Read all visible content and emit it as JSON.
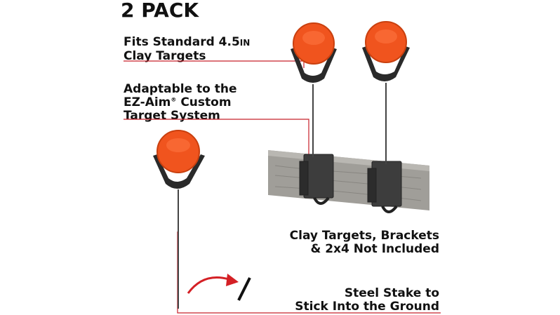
{
  "title": "2 PACK",
  "callouts": {
    "fits": {
      "line1": "Fits Standard 4.5",
      "unit": "IN",
      "line2": "Clay Targets"
    },
    "adaptable": {
      "line1": "Adaptable to the",
      "line2_prefix": "EZ-Aim",
      "registered": "®",
      "line2_suffix": " Custom",
      "line3": "Target System"
    },
    "not_included": {
      "line1": "Clay Targets, Brackets",
      "line2": "& 2x4 Not Included"
    },
    "stake": {
      "line1": "Steel Stake to",
      "line2": "Stick Into the Ground"
    }
  },
  "colors": {
    "accent_line": "#c8202a",
    "target_orange": "#f0541e",
    "holder_dark": "#2a2a2a",
    "board": "#9c9c98",
    "arrow_red": "#d42025"
  },
  "icons": [
    "clay-target",
    "target-holder",
    "wood-board",
    "bracket",
    "curved-arrow",
    "steel-stake"
  ]
}
